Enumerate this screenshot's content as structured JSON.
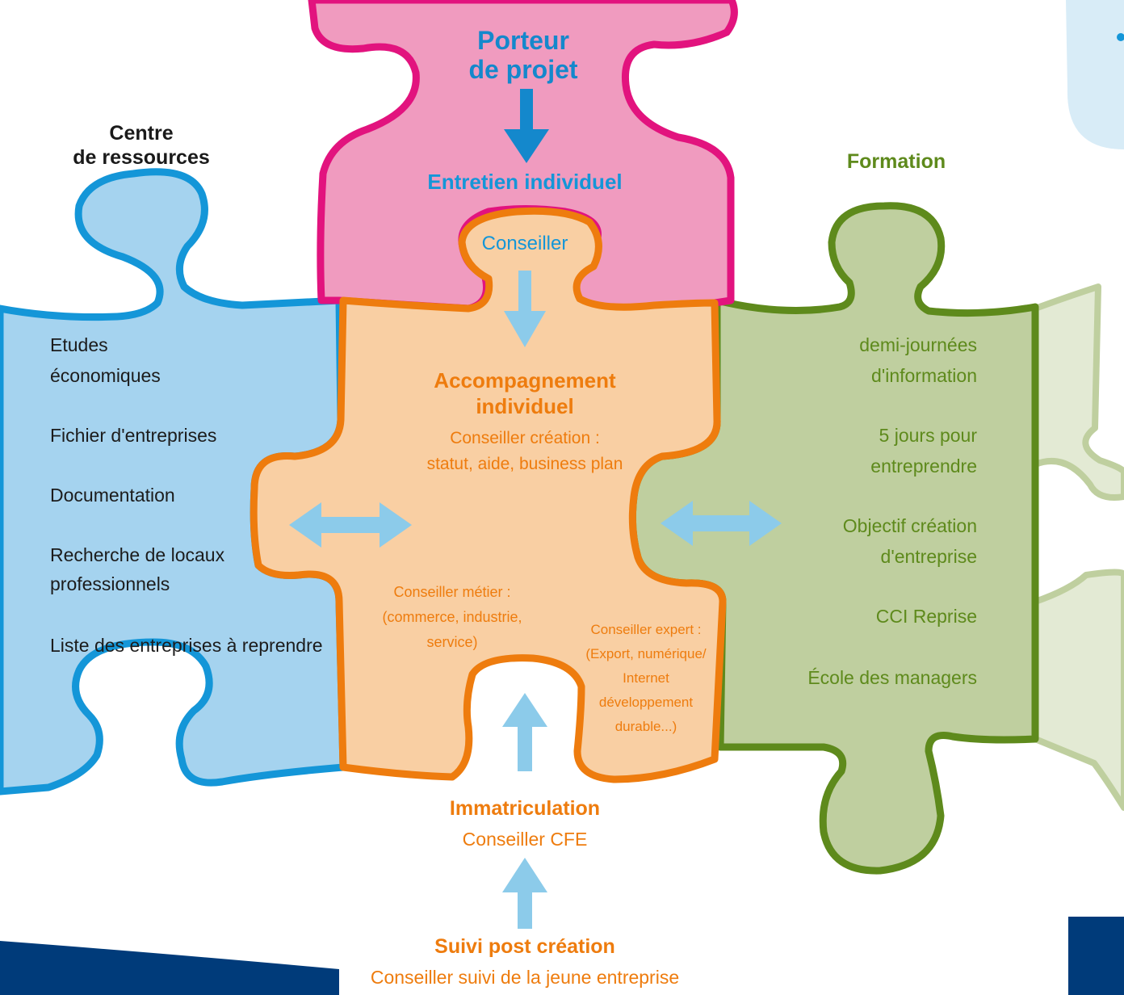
{
  "pink_piece": {
    "title_line1": "Porteur",
    "title_line2": "de projet",
    "entretien": "Entretien individuel",
    "conseiller": "Conseiller"
  },
  "blue_piece": {
    "title_line1": "Centre",
    "title_line2": "de ressources",
    "items": [
      "Etudes",
      "économiques",
      "Fichier d'entreprises",
      "Documentation",
      "Recherche de locaux",
      "professionnels",
      "Liste des entreprises à reprendre"
    ]
  },
  "green_piece": {
    "title": "Formation",
    "items": [
      "demi-journées",
      "d'information",
      "5 jours pour",
      "entreprendre",
      "Objectif création",
      "d'entreprise",
      "CCI Reprise",
      "École des managers"
    ]
  },
  "orange_piece": {
    "title_line1": "Accompagnement",
    "title_line2": "individuel",
    "creation_line1": "Conseiller création :",
    "creation_line2": "statut, aide, business plan",
    "metier_line1": "Conseiller métier :",
    "metier_line2": "(commerce, industrie,",
    "metier_line3": "service)",
    "expert_line1": "Conseiller expert :",
    "expert_line2": "(Export, numérique/",
    "expert_line3": "Internet",
    "expert_line4": "développement",
    "expert_line5": "durable...)"
  },
  "bottom": {
    "immatriculation": "Immatriculation",
    "cfe": "Conseiller CFE",
    "suivi": "Suivi post création",
    "suivi_sub": "Conseiller suivi de la jeune entreprise"
  },
  "colors": {
    "pink_fill": "#f09bbf",
    "pink_stroke": "#e2137e",
    "blue_fill": "#a5d3ef",
    "blue_stroke": "#1496d8",
    "orange_fill": "#f9cfa3",
    "orange_stroke": "#ee7c0e",
    "green_fill": "#bfcf9f",
    "green_stroke": "#5e8a1c",
    "arrow_light": "#8ccbea",
    "arrow_dark": "#1488cc",
    "navy": "#003b7a"
  }
}
